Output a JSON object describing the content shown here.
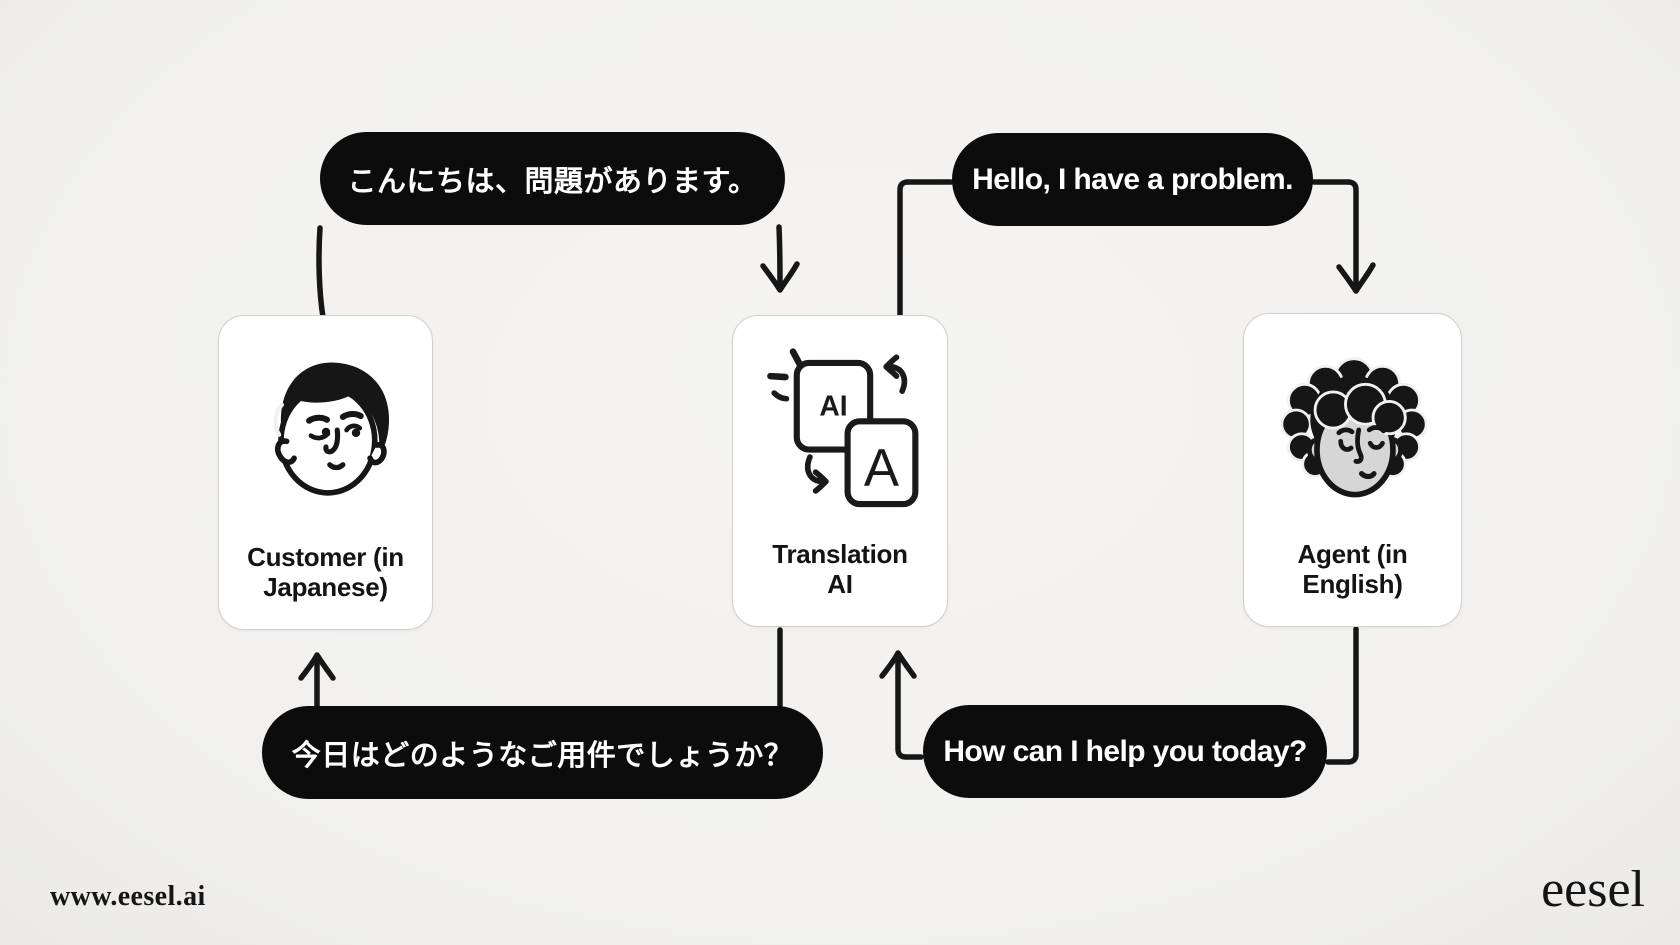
{
  "bubbles": {
    "customer_japanese": "こんにちは、問題があります。",
    "customer_english": "Hello, I have a problem.",
    "agent_japanese": "今日はどのようなご用件でしょうか？",
    "agent_english": "How can I help you today?"
  },
  "cards": {
    "customer": {
      "label": "Customer (in\nJapanese)",
      "icon": "customer-face-icon"
    },
    "translation": {
      "label": "Translation\nAI",
      "icon": "translation-ai-icon",
      "icon_letters": {
        "primary": "AI",
        "secondary": "A"
      }
    },
    "agent": {
      "label": "Agent (in\nEnglish)",
      "icon": "agent-face-icon"
    }
  },
  "footer": {
    "url": "www.eesel.ai",
    "brand": "eesel"
  },
  "colors": {
    "background": "#F2F1EF",
    "bubble_bg": "#0C0C0C",
    "bubble_text": "#FFFFFF",
    "card_bg": "#FFFFFF",
    "card_border": "#D2D0CD",
    "line": "#161616",
    "agent_skin": "#D6D6D6"
  }
}
